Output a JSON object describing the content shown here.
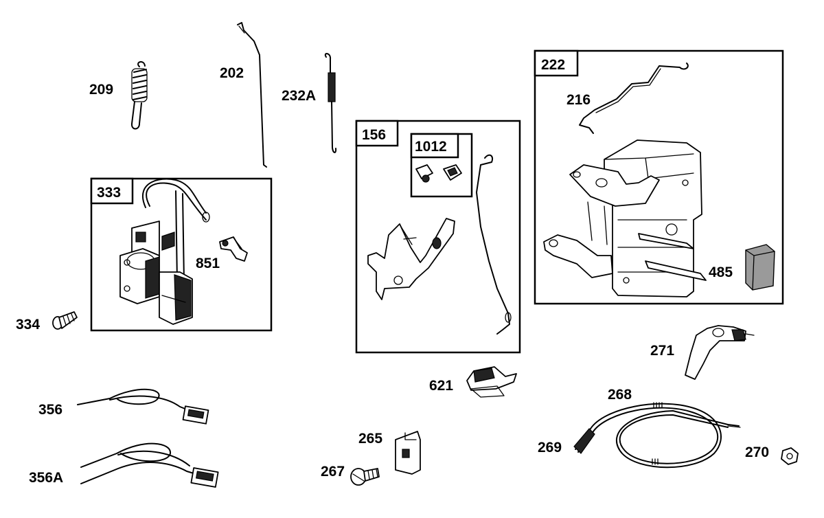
{
  "parts": {
    "p209": "209",
    "p202": "202",
    "p232A": "232A",
    "p851": "851",
    "p334": "334",
    "p356": "356",
    "p356A": "356A",
    "p1012": "1012",
    "p621": "621",
    "p265": "265",
    "p267": "267",
    "p216": "216",
    "p485": "485",
    "p271": "271",
    "p268": "268",
    "p269": "269",
    "p270": "270"
  },
  "boxes": {
    "b333": "333",
    "b156": "156",
    "b222": "222"
  }
}
